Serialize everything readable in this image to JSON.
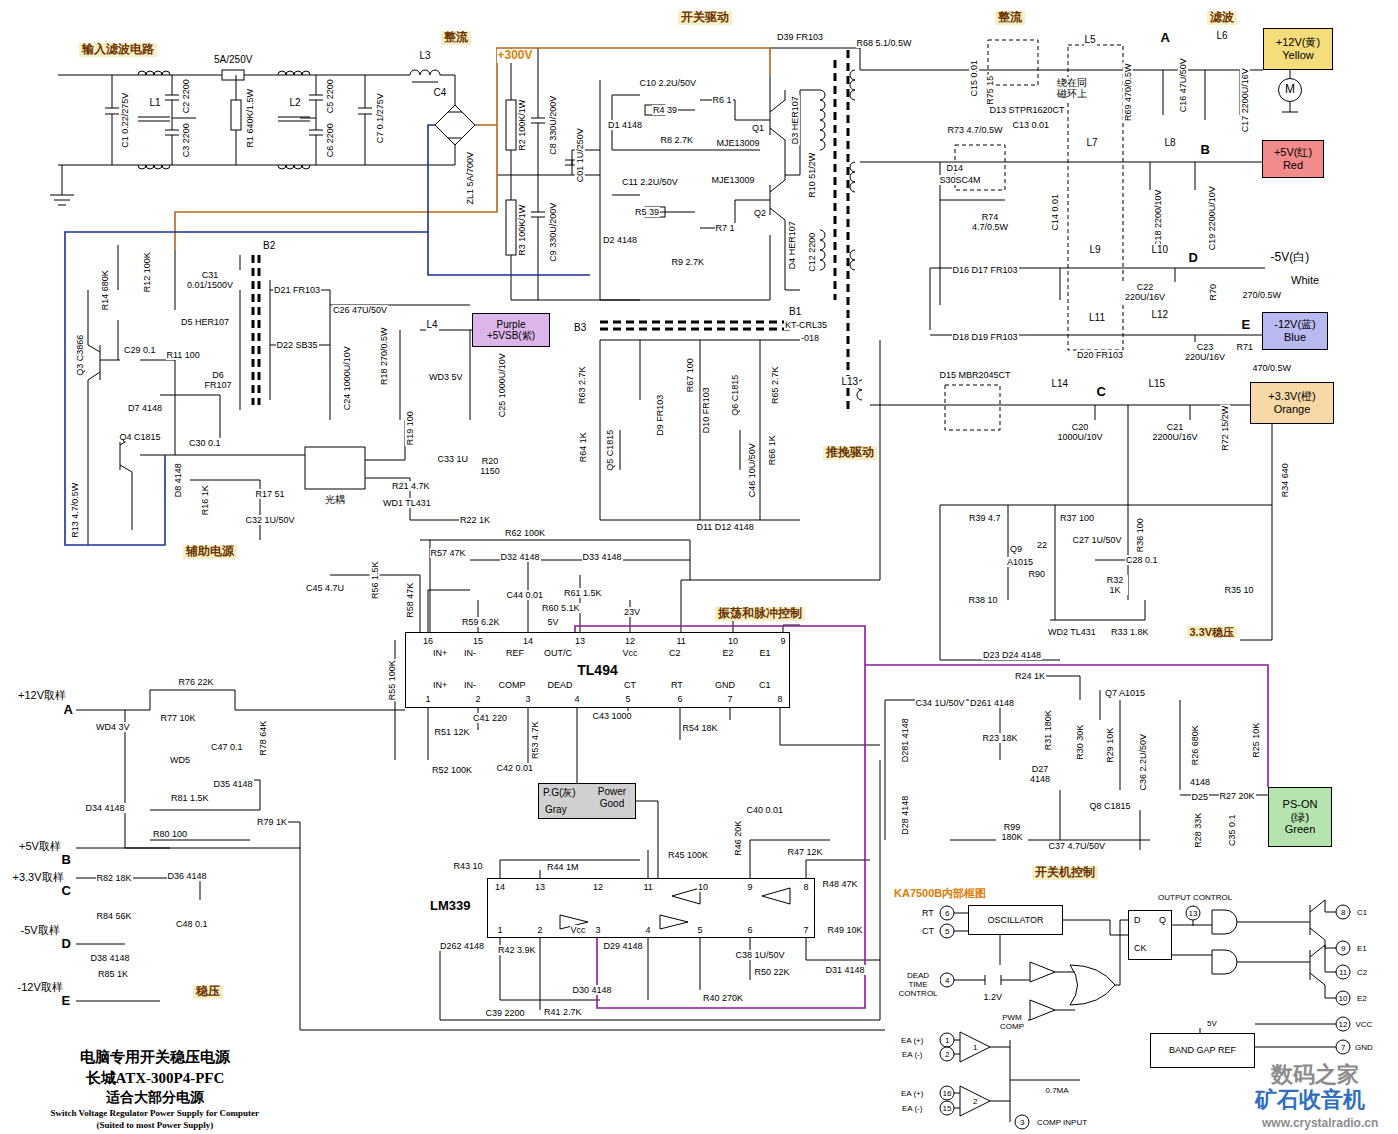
{
  "diagram": {
    "title": "电脑专用开关稳压电源",
    "nodes": [
      {
        "text": [
          "+12V(黄)",
          "Yellow"
        ]
      },
      {
        "text": [
          "M"
        ]
      },
      {
        "text": [
          "+5V(红)",
          "Red"
        ]
      },
      {
        "text": [
          "-12V(蓝)",
          "Blue"
        ]
      },
      {
        "text": [
          "+3.3V(橙)",
          "Orange"
        ]
      },
      {
        "text": [
          "Purple",
          "+5VSB(紫)"
        ]
      },
      {
        "text": [
          "TL494"
        ]
      },
      {
        "text": [
          "P.G(灰)",
          "Power Good",
          "Gray"
        ]
      },
      {
        "text": [
          "LM339"
        ]
      },
      {
        "text": [
          "OSCILLATOR"
        ]
      },
      {
        "text": [
          "D",
          "Q",
          "CK"
        ]
      },
      {
        "text": [
          "BAND GAP REF"
        ]
      },
      {
        "text": [
          "PS-ON",
          "(绿)",
          "Green"
        ]
      }
    ],
    "edges": [
      {
        "from": 7,
        "to": 8,
        "arrow": "none"
      }
    ],
    "labels": [
      "输入滤波电路",
      "整流",
      "+300V",
      "开关驱动",
      "整流",
      "滤波",
      "5A/250V",
      "L3",
      "C4",
      "L1",
      "L2",
      "C1 0.22/275V",
      "C2 2200",
      "C3 2200",
      "R1 640K/1.5W",
      "C5 2200",
      "C6 2200",
      "C7 0.1/275V",
      "ZL1 5A/700V",
      "R2 100K/1W",
      "R3 100K/1W",
      "C8 330U/200V",
      "C9 330U/200V",
      "C01 1U/250V",
      "C10 2.2U/50V",
      "R4 39",
      "R6 1",
      "D1 4148",
      "R8 2.7K",
      "Q1",
      "MJE13009",
      "D3 HER107",
      "C11 2.2U/50V",
      "R5 39",
      "MJE13009",
      "Q2",
      "D2 4148",
      "R7 1",
      "R9 2.7K",
      "D4 HER107",
      "R10 51/2W",
      "C12 2200",
      "B1",
      "KT-CRL35",
      "-018",
      "D39 FR103",
      "R68 5.1/0.5W",
      "C15 0.01",
      "R75 15",
      "D13 STPR1620CT",
      "L5",
      "绕在同磁环上",
      "A",
      "L6",
      "R69 470/0.5W",
      "C16 47U/50V",
      "C17 2200U/16V",
      "R73 4.7/0.5W",
      "C13 0.01",
      "D14",
      "S30SC4M",
      "R74 4.7/0.5W",
      "C14 0.01",
      "L7",
      "L8",
      "B",
      "C18 2200/10V",
      "C19 2200U/10V",
      "D16 D17 FR103",
      "L9",
      "L10",
      "D",
      "-5V(白)",
      "White",
      "C22 220U/16V",
      "R70",
      "270/0.5W",
      "L11",
      "L12",
      "D18 D19 FR103",
      "D20 FR103",
      "E",
      "C23 220U/16V",
      "R71",
      "470/0.5W",
      "L13",
      "D15 MBR2045CT",
      "L14",
      "C",
      "L15",
      "C20 1000U/10V",
      "C21 2200U/16V",
      "R72 15/2W",
      "R34 640",
      "R39 4.7",
      "R37 100",
      "R36 100",
      "Q9",
      "A1015",
      "22",
      "R90",
      "C27 1U/50V",
      "C28 0.1",
      "R32 1K",
      "R38 10",
      "R35 10",
      "WD2 TL431",
      "R33 1.8K",
      "3.3V稳压",
      "D23 D24 4148",
      "B2",
      "D21 FR103",
      "C26 47U/50V",
      "D22 SB35",
      "C24 1000U/10V",
      "R18 270/0.5W",
      "L4",
      "WD3 5V",
      "C25 1000U/10V",
      "R19 100",
      "R20 1150",
      "C33 1U",
      "R21 4.7K",
      "WD1 TL431",
      "R22 1K",
      "光耦",
      "R14 680K",
      "R12 100K",
      "C31 0.01/1500V",
      "D5 HER107",
      "Q3 C3866",
      "C29 0.1",
      "R11 100",
      "D7 4148",
      "D6 FR107",
      "C30 0.1",
      "Q4 C1815",
      "D8 4148",
      "R16 1K",
      "C32 1U/50V",
      "R17 51",
      "R13 4.7/0.5W",
      "辅助电源",
      "B3",
      "R63 2.7K",
      "R64 1K",
      "Q5 C1815",
      "D9 FR103",
      "R67 100",
      "D10 FR103",
      "Q6 C1815",
      "R65 2.7K",
      "C46 10U/50V",
      "R66 1K",
      "D11 D12 4148",
      "推挽驱动",
      "R62 100K",
      "R57 47K",
      "D32 4148",
      "D33 4148",
      "C45 4.7U",
      "R56 1.5K",
      "R58 47K",
      "C44 0.01",
      "R61 1.5K",
      "R60 5.1K",
      "23V",
      "振荡和脉冲控制",
      "R59 6.2K",
      "5V",
      "16",
      "15",
      "14",
      "13",
      "12",
      "11",
      "10",
      "9",
      "IN+",
      "IN-",
      "REF",
      "OUT/C",
      "Vcc",
      "C2",
      "E2",
      "E1",
      "IN+",
      "IN-",
      "COMP",
      "DEAD",
      "CT",
      "RT",
      "GND",
      "C1",
      "1",
      "2",
      "3",
      "4",
      "5",
      "6",
      "7",
      "8",
      "R55 100K",
      "R51 12K",
      "C41 220",
      "R53 4.7K",
      "C43 1000",
      "R54 18K",
      "R52 100K",
      "C42 0.01",
      "+12V取样",
      "A",
      "R76 22K",
      "R77 10K",
      "WD4 3V",
      "C47 0.1",
      "R78 64K",
      "WD5",
      "D35 4148",
      "R81 1.5K",
      "D34 4148",
      "R79 1K",
      "R80 100",
      "+5V取样",
      "B",
      "+3.3V取样",
      "C",
      "R82 18K",
      "D36 4148",
      "R84 56K",
      "C48 0.1",
      "-5V取样",
      "D",
      "D38 4148",
      "R85 1K",
      "-12V取样",
      "E",
      "稳压",
      "C40 0.01",
      "R46 20K",
      "R47 12K",
      "R45 100K",
      "R44 1M",
      "R43 10",
      "R48 47K",
      "14",
      "13",
      "12",
      "11",
      "10",
      "9",
      "8",
      "1",
      "2",
      "Vcc",
      "3",
      "4",
      "5",
      "6",
      "7",
      "D262 4148",
      "R42 3.9K",
      "D29 4148",
      "C38 1U/50V",
      "R49 10K",
      "D31 4148",
      "R50 22K",
      "D30 4148",
      "R40 270K",
      "R41 2.7K",
      "C39 2200",
      "C34 1U/50V",
      "D261 4148",
      "R24 1K",
      "D281 4148",
      "R23 18K",
      "R31 180K",
      "R30 30K",
      "R29 10K",
      "Q7 A1015",
      "C36 2.2U/50V",
      "R26 680K",
      "R25 10K",
      "D27 4148",
      "4148",
      "D25",
      "R27 20K",
      "Q8 C1815",
      "R99 180K",
      "C37 4.7U/50V",
      "R28 33K",
      "C35 0.1",
      "D28 4148",
      "开关机控制",
      "KA7500B内部框图",
      "RT",
      "CT",
      "6",
      "5",
      "DEAD TIME CONTROL",
      "4",
      "1.2V",
      "PWM COMP",
      "EA (+)",
      "1",
      "EA (-)",
      "2",
      "EA (+)",
      "16",
      "EA (-)",
      "15",
      "1",
      "2",
      "0.7MA",
      "3",
      "COMP INPUT",
      "OUTPUT CONTROL",
      "13",
      "5V",
      "8",
      "C1",
      "9",
      "E1",
      "11",
      "C2",
      "10",
      "E2",
      "12",
      "VCC",
      "7",
      "GND",
      "数码之家",
      "矿石收音机",
      "www.crystalradio.cn",
      "长城ATX-300P4-PFC",
      "适合大部分电源",
      "Switch Voltage Regulator Power Supply for Computer",
      "(Suited to most Power Supply)"
    ]
  }
}
